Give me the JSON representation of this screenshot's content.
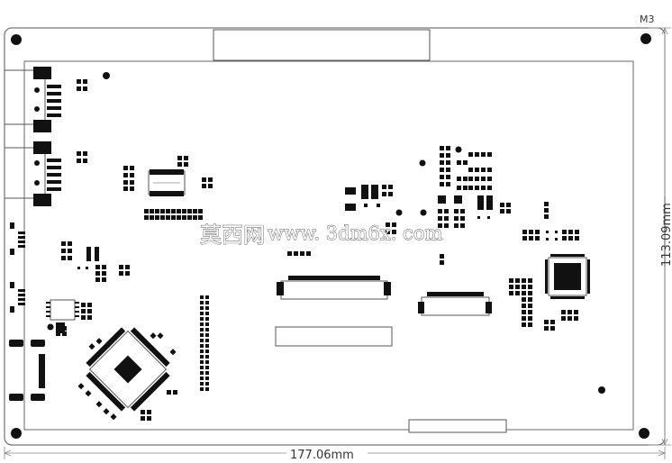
{
  "corner_label": "M3",
  "dim_width": "177.06mm",
  "dim_height": "113.09mm",
  "watermark_cn": "莫西网",
  "watermark_url": "www. 3dm6x. com",
  "colors": {
    "outline": "#555555",
    "pad": "#111111",
    "dim_line": "#888888"
  }
}
